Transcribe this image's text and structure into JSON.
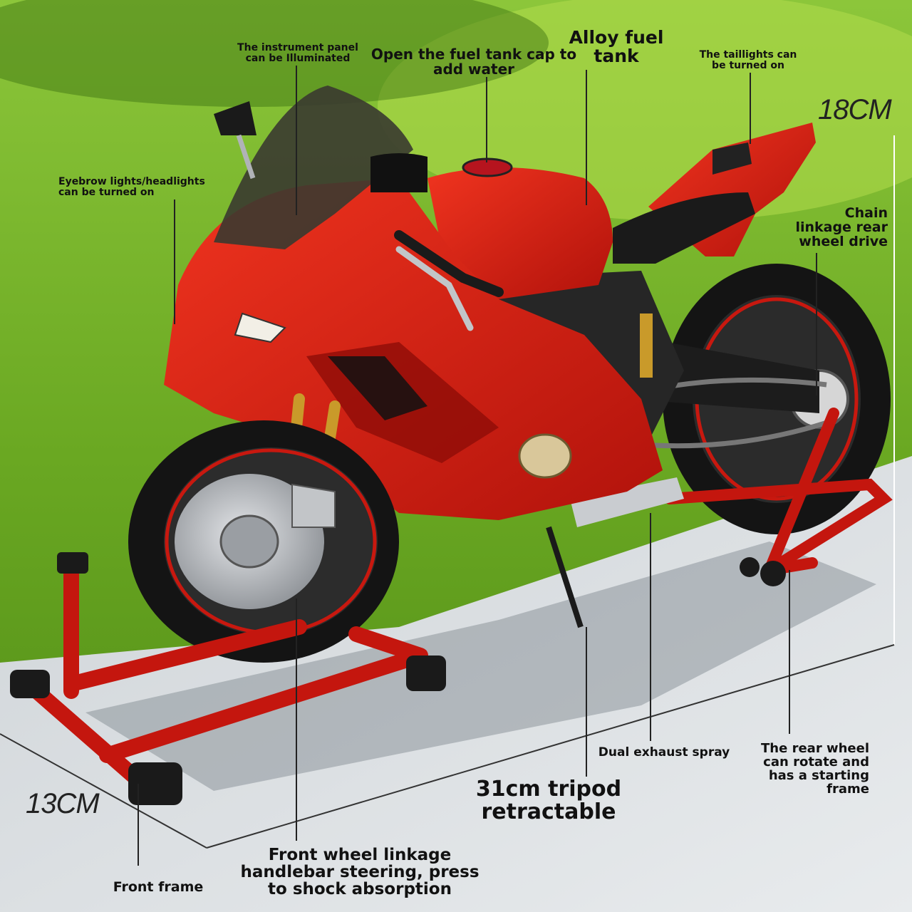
{
  "image": {
    "subject": "red sport motorcycle model on red paddock stands",
    "colors": {
      "grass": "#5f9a1e",
      "grass_light": "#9fcf3a",
      "pavement": "#d9dde0",
      "body_red": "#d81a12",
      "dark_red": "#8e0c08",
      "tire": "#1a1a1a",
      "disc": "#b9bcc0",
      "stand_red": "#c4160e"
    }
  },
  "labels": {
    "instrument": [
      "The instrument panel",
      "can be Illuminated"
    ],
    "fuel_cap": [
      "Open the fuel tank cap to",
      "add water"
    ],
    "alloy_tank": [
      "Alloy fuel",
      "tank"
    ],
    "taillights": [
      "The taillights can",
      "be turned on"
    ],
    "height": "18CM",
    "eyebrow": [
      "Eyebrow lights/headlights",
      "can be turned on"
    ],
    "chain": [
      "Chain",
      "linkage rear",
      "wheel drive"
    ],
    "exhaust": "Dual exhaust spray",
    "rear_wheel": [
      "The rear wheel",
      "can rotate and",
      "has a starting",
      "frame"
    ],
    "width": "13CM",
    "tripod": [
      "31cm tripod",
      "retractable"
    ],
    "front_frame": "Front frame",
    "front_wheel": [
      "Front wheel linkage",
      "handlebar steering, press",
      "to shock absorption"
    ]
  }
}
